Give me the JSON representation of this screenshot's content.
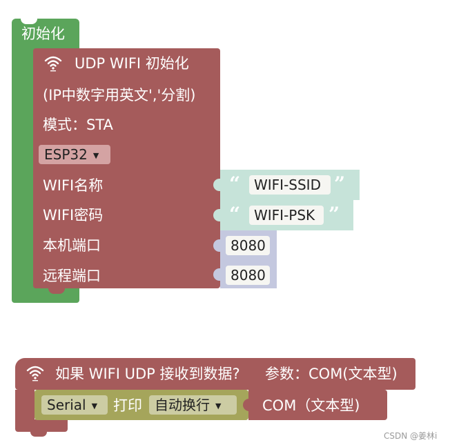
{
  "init_block": {
    "label": "初始化"
  },
  "udp_init": {
    "title": "UDP WIFI 初始化",
    "hint": "(IP中数字用英文','分割)",
    "mode_label": "模式：STA",
    "board_select": "ESP32",
    "ssid_label": "WIFI名称",
    "ssid_value": "WIFI-SSID",
    "psk_label": "WIFI密码",
    "psk_value": "WIFI-PSK",
    "local_port_label": "本机端口",
    "local_port_value": "8080",
    "remote_port_label": "远程端口",
    "remote_port_value": "8080",
    "open_quote": "“",
    "close_quote": "”"
  },
  "udp_receive": {
    "title": "如果 WIFI UDP 接收到数据?",
    "param_label": "参数：COM(文本型)",
    "serial_select": "Serial",
    "print_label": "打印",
    "newline_select": "自动换行",
    "com_value": "COM（文本型)"
  },
  "watermark": "CSDN @姜林i",
  "colors": {
    "init_green": "#5ba55b",
    "block_red": "#a55b5b",
    "text_teal": "#c6e3d9",
    "number_lavender": "#c4c8df",
    "serial_olive": "#a5a55b"
  },
  "icons": [
    "wifi-icon"
  ]
}
